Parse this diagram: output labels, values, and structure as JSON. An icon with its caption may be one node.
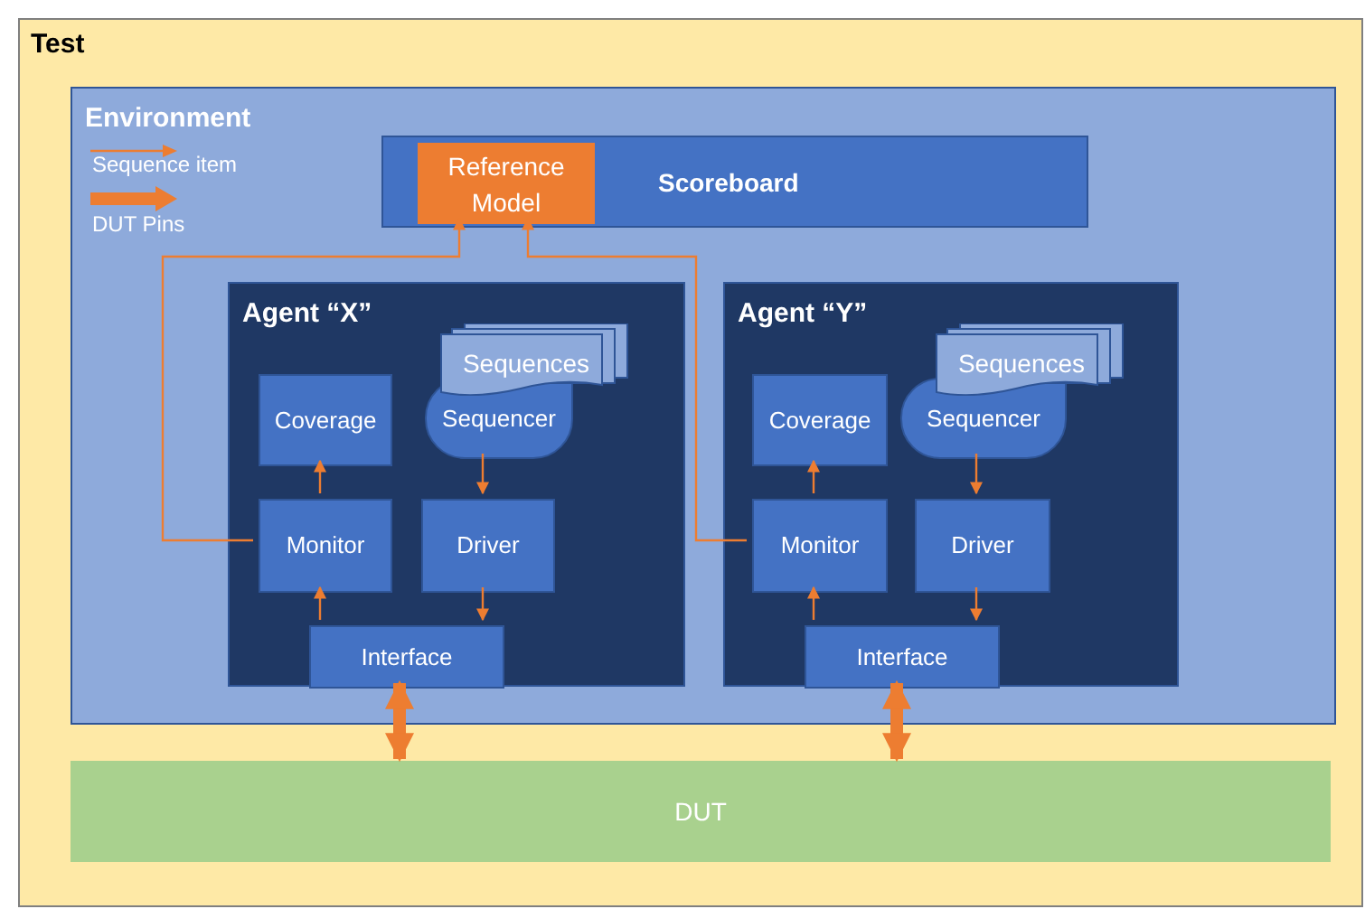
{
  "diagram": {
    "nodes": [
      {
        "text": [
          "Test"
        ]
      },
      {
        "text": [
          "Environment"
        ],
        "in": 0
      },
      {
        "text": [
          "Scoreboard"
        ],
        "in": 1
      },
      {
        "text": [
          "Reference Model"
        ],
        "in": 2
      },
      {
        "text": [
          "Agent “X”"
        ],
        "in": 1
      },
      {
        "text": [
          "Sequences"
        ],
        "in": 4
      },
      {
        "text": [
          "Coverage"
        ],
        "in": 4
      },
      {
        "text": [
          "Sequencer"
        ],
        "in": 4
      },
      {
        "text": [
          "Monitor"
        ],
        "in": 4
      },
      {
        "text": [
          "Driver"
        ],
        "in": 4
      },
      {
        "text": [
          "Interface"
        ],
        "in": 4
      },
      {
        "text": [
          "Agent “Y”"
        ],
        "in": 1
      },
      {
        "text": [
          "Sequences"
        ],
        "in": 11
      },
      {
        "text": [
          "Coverage"
        ],
        "in": 11
      },
      {
        "text": [
          "Sequencer"
        ],
        "in": 11
      },
      {
        "text": [
          "Monitor"
        ],
        "in": 11
      },
      {
        "text": [
          "Driver"
        ],
        "in": 11
      },
      {
        "text": [
          "Interface"
        ],
        "in": 11
      },
      {
        "text": [
          "DUT"
        ],
        "in": 0
      }
    ],
    "edges": [
      {
        "from": 8,
        "to": 3,
        "arrow": "to"
      },
      {
        "from": 15,
        "to": 3,
        "arrow": "to"
      },
      {
        "from": 8,
        "to": 6,
        "arrow": "to"
      },
      {
        "from": 7,
        "to": 9,
        "arrow": "to"
      },
      {
        "from": 9,
        "to": 10,
        "arrow": "to"
      },
      {
        "from": 10,
        "to": 8,
        "arrow": "to"
      },
      {
        "from": 15,
        "to": 13,
        "arrow": "to"
      },
      {
        "from": 14,
        "to": 16,
        "arrow": "to"
      },
      {
        "from": 16,
        "to": 17,
        "arrow": "to"
      },
      {
        "from": 17,
        "to": 15,
        "arrow": "to"
      },
      {
        "from": 10,
        "to": 18,
        "arrow": "both",
        "style": "thick"
      },
      {
        "from": 17,
        "to": 18,
        "arrow": "both",
        "style": "thick"
      }
    ],
    "legend": [
      {
        "text": "Sequence item"
      },
      {
        "text": "DUT Pins"
      }
    ]
  }
}
